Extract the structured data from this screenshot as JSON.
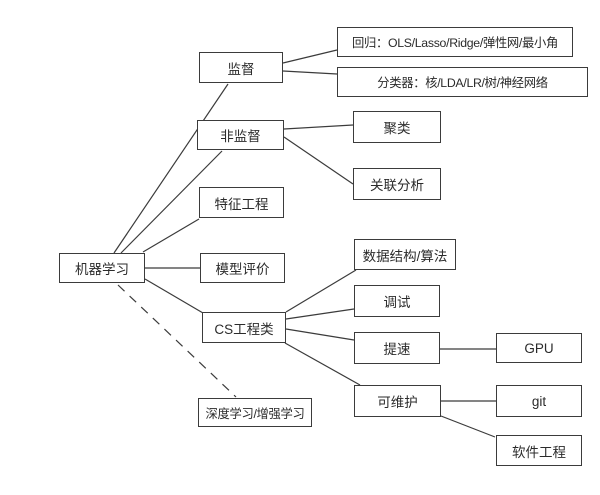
{
  "diagram": {
    "root": "机器学习",
    "colors": {
      "background": "#ffffff",
      "node_fill": "#ffffff",
      "node_border": "#3b3b3b",
      "text": "#2b2b2b",
      "edge": "#3b3b3b"
    },
    "nodes": {
      "ml": {
        "label": "机器学习"
      },
      "supervised": {
        "label": "监督"
      },
      "unsupervised": {
        "label": "非监督"
      },
      "feature_engineering": {
        "label": "特征工程"
      },
      "model_evaluation": {
        "label": "模型评价"
      },
      "cs_engineering": {
        "label": "CS工程类"
      },
      "deep_reinforcement": {
        "label": "深度学习/增强学习"
      },
      "regression": {
        "label": "回归：OLS/Lasso/Ridge/弹性网/最小角"
      },
      "classifiers": {
        "label": "分类器：核/LDA/LR/树/神经网络"
      },
      "clustering": {
        "label": "聚类"
      },
      "association": {
        "label": "关联分析"
      },
      "data_structures": {
        "label": "数据结构/算法"
      },
      "debugging": {
        "label": "调试"
      },
      "speedup": {
        "label": "提速"
      },
      "maintainability": {
        "label": "可维护"
      },
      "gpu": {
        "label": "GPU"
      },
      "git": {
        "label": "git"
      },
      "software_engineering": {
        "label": "软件工程"
      }
    },
    "edges": [
      {
        "from": "ml",
        "to": "supervised",
        "style": "solid"
      },
      {
        "from": "ml",
        "to": "unsupervised",
        "style": "solid"
      },
      {
        "from": "ml",
        "to": "feature_engineering",
        "style": "solid"
      },
      {
        "from": "ml",
        "to": "model_evaluation",
        "style": "solid"
      },
      {
        "from": "ml",
        "to": "cs_engineering",
        "style": "solid"
      },
      {
        "from": "ml",
        "to": "deep_reinforcement",
        "style": "dashed"
      },
      {
        "from": "supervised",
        "to": "regression",
        "style": "solid"
      },
      {
        "from": "supervised",
        "to": "classifiers",
        "style": "solid"
      },
      {
        "from": "unsupervised",
        "to": "clustering",
        "style": "solid"
      },
      {
        "from": "unsupervised",
        "to": "association",
        "style": "solid"
      },
      {
        "from": "cs_engineering",
        "to": "data_structures",
        "style": "solid"
      },
      {
        "from": "cs_engineering",
        "to": "debugging",
        "style": "solid"
      },
      {
        "from": "cs_engineering",
        "to": "speedup",
        "style": "solid"
      },
      {
        "from": "cs_engineering",
        "to": "maintainability",
        "style": "solid"
      },
      {
        "from": "speedup",
        "to": "gpu",
        "style": "solid"
      },
      {
        "from": "maintainability",
        "to": "git",
        "style": "solid"
      },
      {
        "from": "maintainability",
        "to": "software_engineering",
        "style": "solid"
      }
    ]
  }
}
